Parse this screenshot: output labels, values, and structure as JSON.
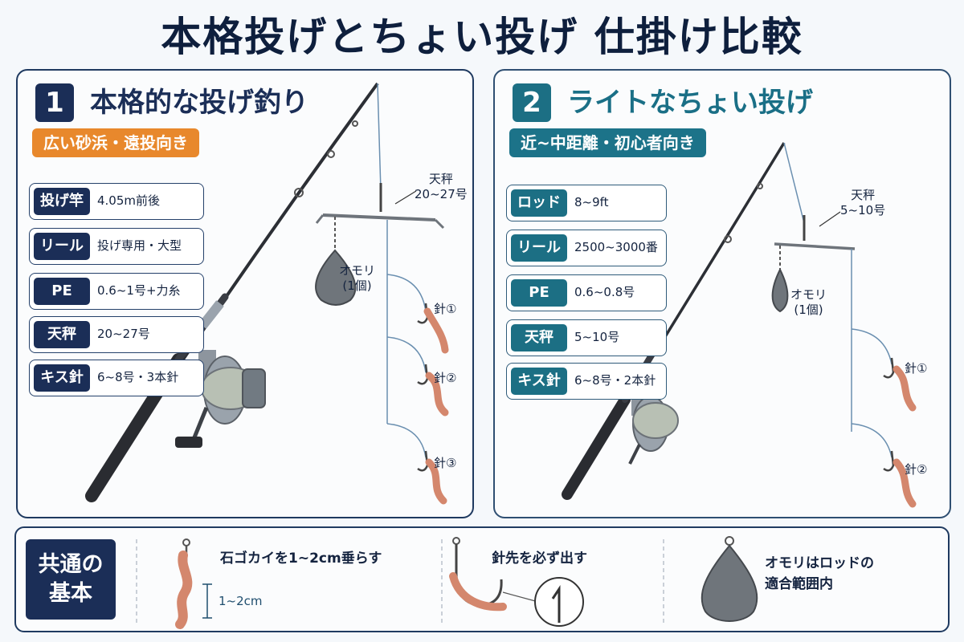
{
  "title": "本格投げとちょい投げ 仕掛け比較",
  "panels": [
    {
      "number": "1",
      "title": "本格的な投げ釣り",
      "badge": "広い砂浜・遠投向き",
      "specs": [
        {
          "label": "投げ竿",
          "value": "4.05m前後"
        },
        {
          "label": "リール",
          "value": "投げ専用・大型"
        },
        {
          "label": "PE",
          "value": "0.6~1号+力糸"
        },
        {
          "label": "天秤",
          "value": "20~27号"
        },
        {
          "label": "キス針",
          "value_lines": [
            "6~8号・",
            "3本針"
          ]
        }
      ],
      "annotations": {
        "tenbin_name": "天秤",
        "tenbin_size": "20~27号",
        "omori_name": "オモリ",
        "omori_count": "(1個)",
        "hooks": [
          "針①",
          "針②",
          "針③"
        ]
      }
    },
    {
      "number": "2",
      "title": "ライトなちょい投げ",
      "badge": "近~中距離・初心者向き",
      "specs": [
        {
          "label": "ロッド",
          "value": "8~9ft"
        },
        {
          "label": "リール",
          "value": "2500~3000番"
        },
        {
          "label": "PE",
          "value": "0.6~0.8号"
        },
        {
          "label": "天秤",
          "value": "5~10号"
        },
        {
          "label": "キス針",
          "value_lines": [
            "6~8号・",
            "2本針"
          ]
        }
      ],
      "annotations": {
        "tenbin_name": "天秤",
        "tenbin_size": "5~10号",
        "omori_name": "オモリ",
        "omori_count": "(1個)",
        "hooks": [
          "針①",
          "針②"
        ]
      }
    }
  ],
  "common": {
    "label_lines": [
      "共通の",
      "基本"
    ],
    "tips": [
      {
        "text": "石ゴカイを1~2cm垂らす",
        "dimension": "1~2cm",
        "icon": "worm-on-hook-icon"
      },
      {
        "text": "針先を必ず出す",
        "icon": "hook-point-icon"
      },
      {
        "text_lines": [
          "オモリはロッドの",
          "適合範囲内"
        ],
        "icon": "sinker-icon"
      }
    ]
  },
  "colors": {
    "navy": "#1b2e57",
    "teal": "#1c6f84",
    "orange": "#e8882c",
    "worm": "#d4876d"
  }
}
